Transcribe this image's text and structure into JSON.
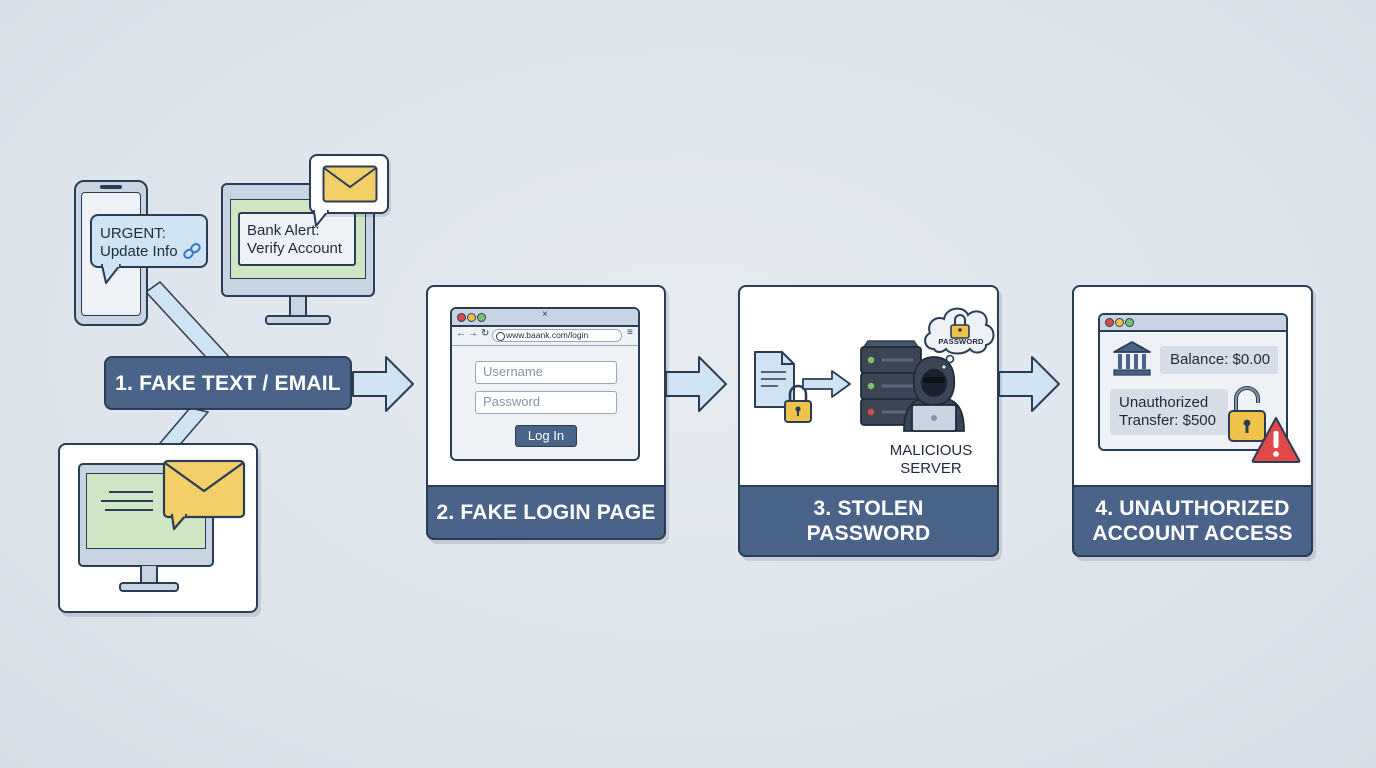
{
  "step1": {
    "label": "1. FAKE TEXT / EMAIL",
    "sms_line1": "URGENT:",
    "sms_line2": "Update Info",
    "email_line1": "Bank Alert:",
    "email_line2": "Verify Account"
  },
  "step2": {
    "label": "2. FAKE LOGIN PAGE",
    "url": "www.baank.com/login",
    "username_placeholder": "Username",
    "password_placeholder": "Password",
    "login_button": "Log In"
  },
  "step3": {
    "label_line1": "3. STOLEN",
    "label_line2": "PASSWORD",
    "cloud_text": "PASSWORD",
    "server_line1": "MALICIOUS",
    "server_line2": "SERVER"
  },
  "step4": {
    "label_line1": "4. UNAUTHORIZED",
    "label_line2": "ACCOUNT ACCESS",
    "balance": "Balance: $0.00",
    "transfer_line1": "Unauthorized",
    "transfer_line2": "Transfer: $500"
  },
  "colors": {
    "navy": "#2b3d55",
    "label_blue": "#4a6489",
    "arrow_fill": "#cfe3f3",
    "screen_green": "#cfe6c4",
    "envelope_yellow": "#f3cf6a",
    "lock_gold": "#f0c24a",
    "alert_red": "#e0484a"
  }
}
